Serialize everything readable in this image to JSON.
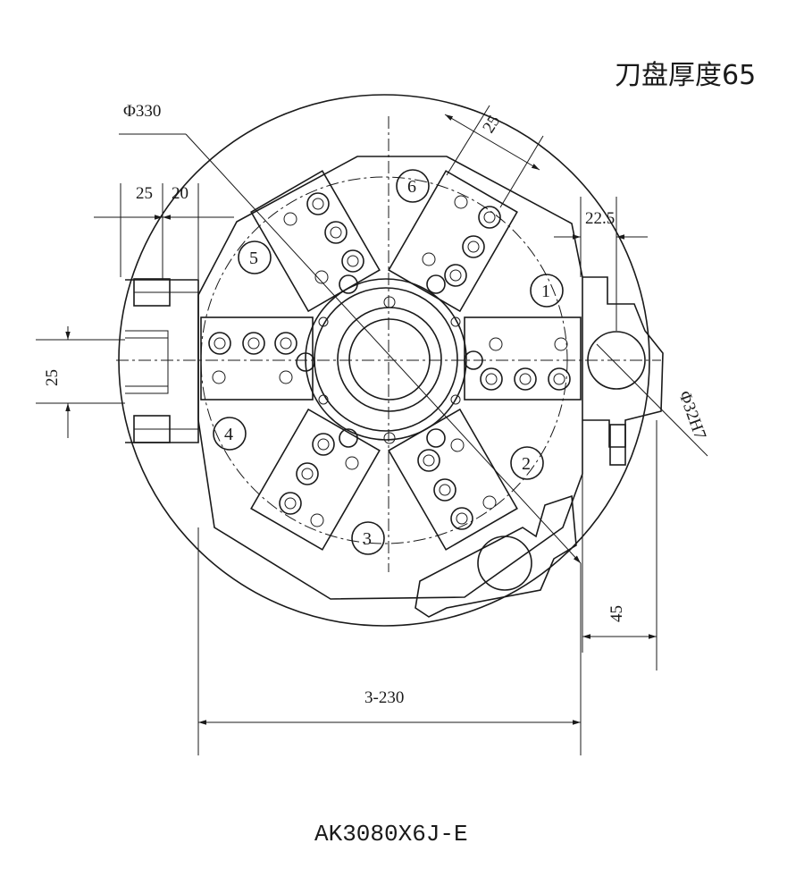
{
  "header": {
    "title": "刀盘厚度65"
  },
  "dimensions": {
    "outer_diameter": "Φ330",
    "tool_width": "25",
    "left_25": "25",
    "left_20": "20",
    "right_22_5": "22.5",
    "bore": "Φ32H7",
    "left_height": "25",
    "right_45": "45",
    "bottom_span": "3-230"
  },
  "station_numbers": [
    "1",
    "2",
    "3",
    "4",
    "5",
    "6"
  ],
  "footer": {
    "model": "AK3080X6J-E"
  }
}
